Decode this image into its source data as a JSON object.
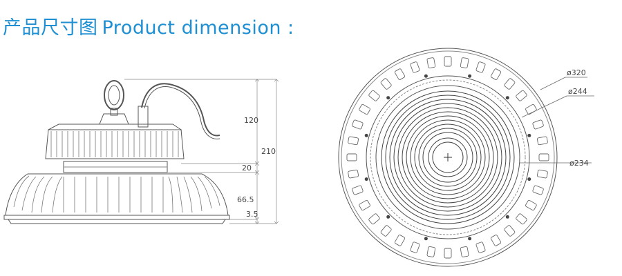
{
  "heading": {
    "chinese": "产品尺寸图",
    "english": "Product dimension :"
  },
  "side_view": {
    "dimensions": {
      "height_total": "210",
      "height_top": "120",
      "height_mid": "20",
      "height_body": "66.5",
      "height_base": "3.5"
    }
  },
  "top_view": {
    "diameters": {
      "outer": "ø320",
      "middle": "ø244",
      "inner": "ø234"
    }
  },
  "colors": {
    "heading": "#1e8fd2",
    "line": "#555555"
  }
}
